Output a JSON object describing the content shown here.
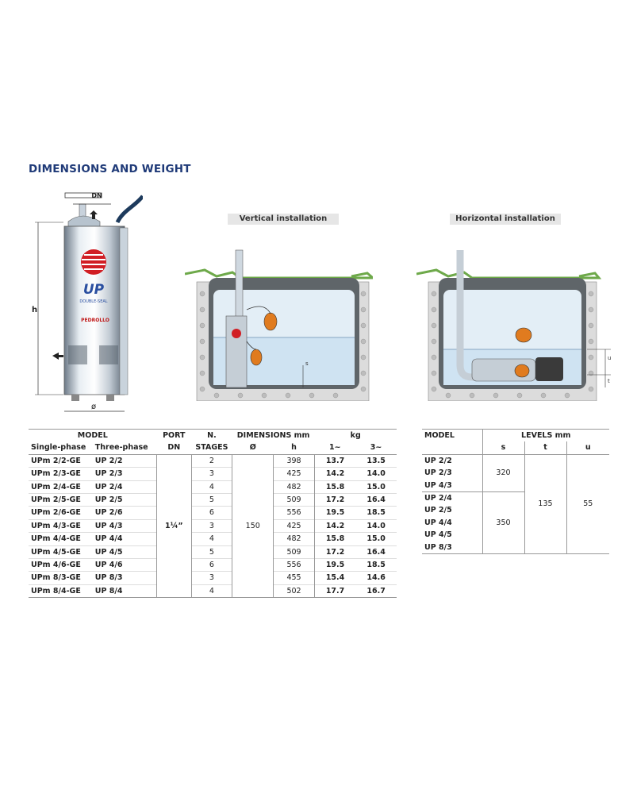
{
  "title": "DIMENSIONS AND WEIGHT",
  "captions": {
    "vertical": "Vertical installation",
    "horizontal": "Horizontal installation"
  },
  "pump_labels": {
    "dn": "DN",
    "h": "h",
    "phi": "ø",
    "brand": "UP",
    "sub": "DOUBLE-SEAL",
    "maker": "PEDROLLO"
  },
  "tank_labels": {
    "s": "s",
    "t": "t",
    "u": "u"
  },
  "table1": {
    "headers": {
      "model": "MODEL",
      "port": "PORT",
      "n": "N.",
      "dims": "DIMENSIONS mm",
      "kg": "kg",
      "single": "Single-phase",
      "three": "Three-phase",
      "dn": "DN",
      "stages": "STAGES",
      "phi": "Ø",
      "h": "h",
      "mono": "1~",
      "tri": "3~"
    },
    "port_value": "1¼”",
    "phi_value": "150",
    "rows": [
      [
        "UPm 2/2-GE",
        "UP 2/2",
        "2",
        "398",
        "13.7",
        "13.5"
      ],
      [
        "UPm 2/3-GE",
        "UP 2/3",
        "3",
        "425",
        "14.2",
        "14.0"
      ],
      [
        "UPm 2/4-GE",
        "UP 2/4",
        "4",
        "482",
        "15.8",
        "15.0"
      ],
      [
        "UPm 2/5-GE",
        "UP 2/5",
        "5",
        "509",
        "17.2",
        "16.4"
      ],
      [
        "UPm 2/6-GE",
        "UP 2/6",
        "6",
        "556",
        "19.5",
        "18.5"
      ],
      [
        "UPm 4/3-GE",
        "UP 4/3",
        "3",
        "425",
        "14.2",
        "14.0"
      ],
      [
        "UPm 4/4-GE",
        "UP 4/4",
        "4",
        "482",
        "15.8",
        "15.0"
      ],
      [
        "UPm 4/5-GE",
        "UP 4/5",
        "5",
        "509",
        "17.2",
        "16.4"
      ],
      [
        "UPm 4/6-GE",
        "UP 4/6",
        "6",
        "556",
        "19.5",
        "18.5"
      ],
      [
        "UPm 8/3-GE",
        "UP 8/3",
        "3",
        "455",
        "15.4",
        "14.6"
      ],
      [
        "UPm 8/4-GE",
        "UP 8/4",
        "4",
        "502",
        "17.7",
        "16.7"
      ]
    ]
  },
  "table2": {
    "headers": {
      "model": "MODEL",
      "levels": "LEVELS mm",
      "s": "s",
      "t": "t",
      "u": "u"
    },
    "group1": {
      "models": [
        "UP 2/2",
        "UP 2/3",
        "UP 4/3"
      ],
      "s": "320"
    },
    "group2": {
      "models": [
        "UP 2/4",
        "UP 2/5",
        "UP 4/4",
        "UP 4/5",
        "UP 8/3"
      ],
      "s": "350"
    },
    "t": "135",
    "u": "55"
  }
}
